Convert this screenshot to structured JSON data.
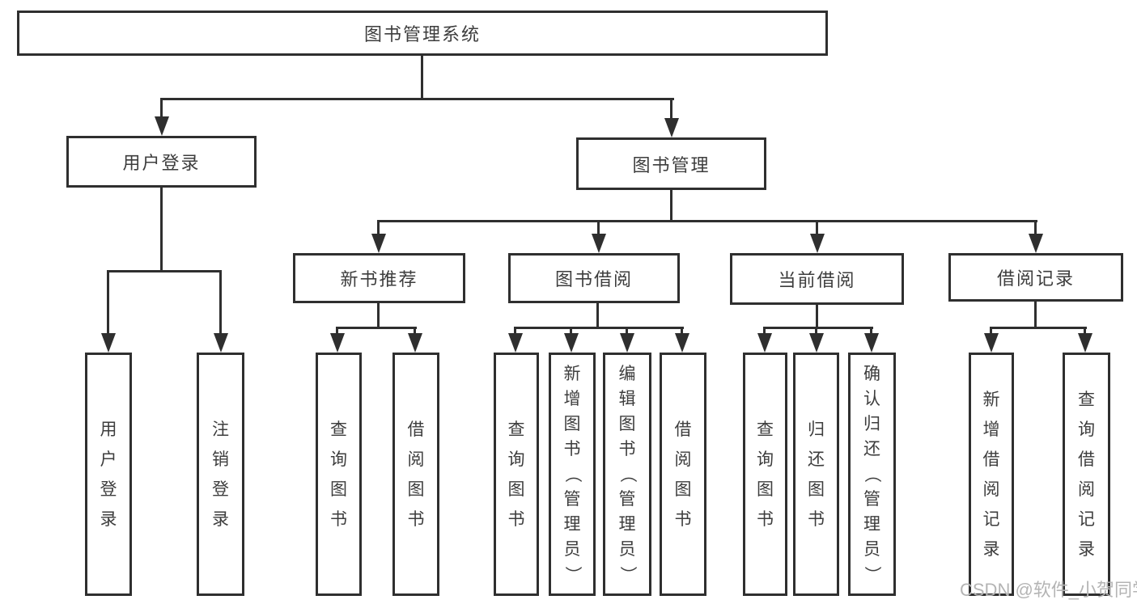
{
  "tree": {
    "root_label": "图书管理系统",
    "branches": [
      {
        "label": "用户登录",
        "children": [
          {
            "label": "用户登录"
          },
          {
            "label": "注销登录"
          }
        ]
      },
      {
        "label": "图书管理",
        "children": [
          {
            "label": "新书推荐",
            "children": [
              {
                "label": "查询图书"
              },
              {
                "label": "借阅图书"
              }
            ]
          },
          {
            "label": "图书借阅",
            "children": [
              {
                "label": "查询图书"
              },
              {
                "label": "新增图书（管理员）"
              },
              {
                "label": "编辑图书（管理员）"
              },
              {
                "label": "借阅图书"
              }
            ]
          },
          {
            "label": "当前借阅",
            "children": [
              {
                "label": "查询图书"
              },
              {
                "label": "归还图书"
              },
              {
                "label": "确认归还（管理员）"
              }
            ]
          },
          {
            "label": "借阅记录",
            "children": [
              {
                "label": "新增借阅记录"
              },
              {
                "label": "查询借阅记录"
              }
            ]
          }
        ]
      }
    ]
  },
  "colors": {
    "line": "#2f2f2f",
    "text": "#3d3d3d",
    "watermark": "#b4b4b4"
  },
  "watermark": {
    "text": "CSDN @软件_小贺同学"
  }
}
